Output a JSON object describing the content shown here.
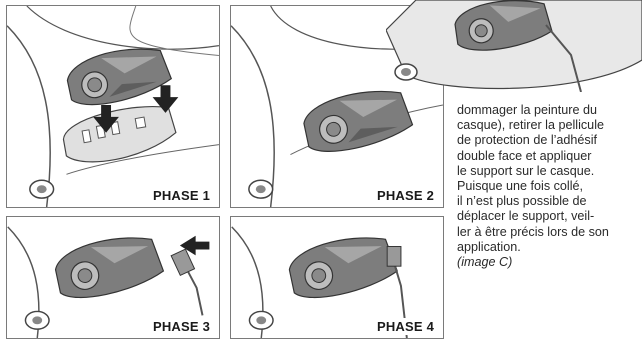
{
  "panels": [
    {
      "label": "PHASE 1"
    },
    {
      "label": "PHASE 2"
    },
    {
      "label": "PHASE 3"
    },
    {
      "label": "PHASE 4"
    }
  ],
  "text_lines": [
    "dommager la peinture du",
    "casque), retirer la pellicule",
    "de protection de l’adhésif",
    "double face et appliquer",
    "le support sur le casque.",
    "Puisque une fois collé,",
    "il n’est plus possible de",
    "déplacer le support, veil-",
    "ler à être précis lors de son",
    "application."
  ],
  "caption": "(image C)",
  "colors": {
    "device": "#7a7a7a",
    "device_dark": "#4a4a4a",
    "helmet": "#e8e8e8",
    "arrow": "#222222"
  }
}
